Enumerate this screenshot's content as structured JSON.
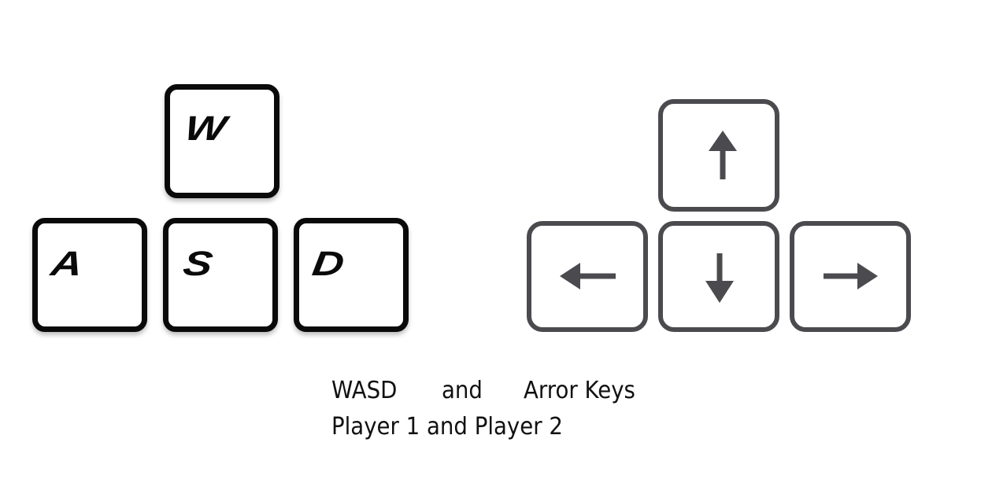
{
  "wasd": {
    "w": "W",
    "a": "A",
    "s": "S",
    "d": "D"
  },
  "arrows": {
    "up": "arrow-up-icon",
    "left": "arrow-left-icon",
    "down": "arrow-down-icon",
    "right": "arrow-right-icon"
  },
  "caption": {
    "line1_part1": "WASD",
    "line1_part2": "and",
    "line1_part3": "Arror Keys",
    "line2": "Player 1 and Player 2"
  },
  "colors": {
    "wasd_key_border": "#0a0a0a",
    "arrow_key_border": "#4b4b4f"
  }
}
